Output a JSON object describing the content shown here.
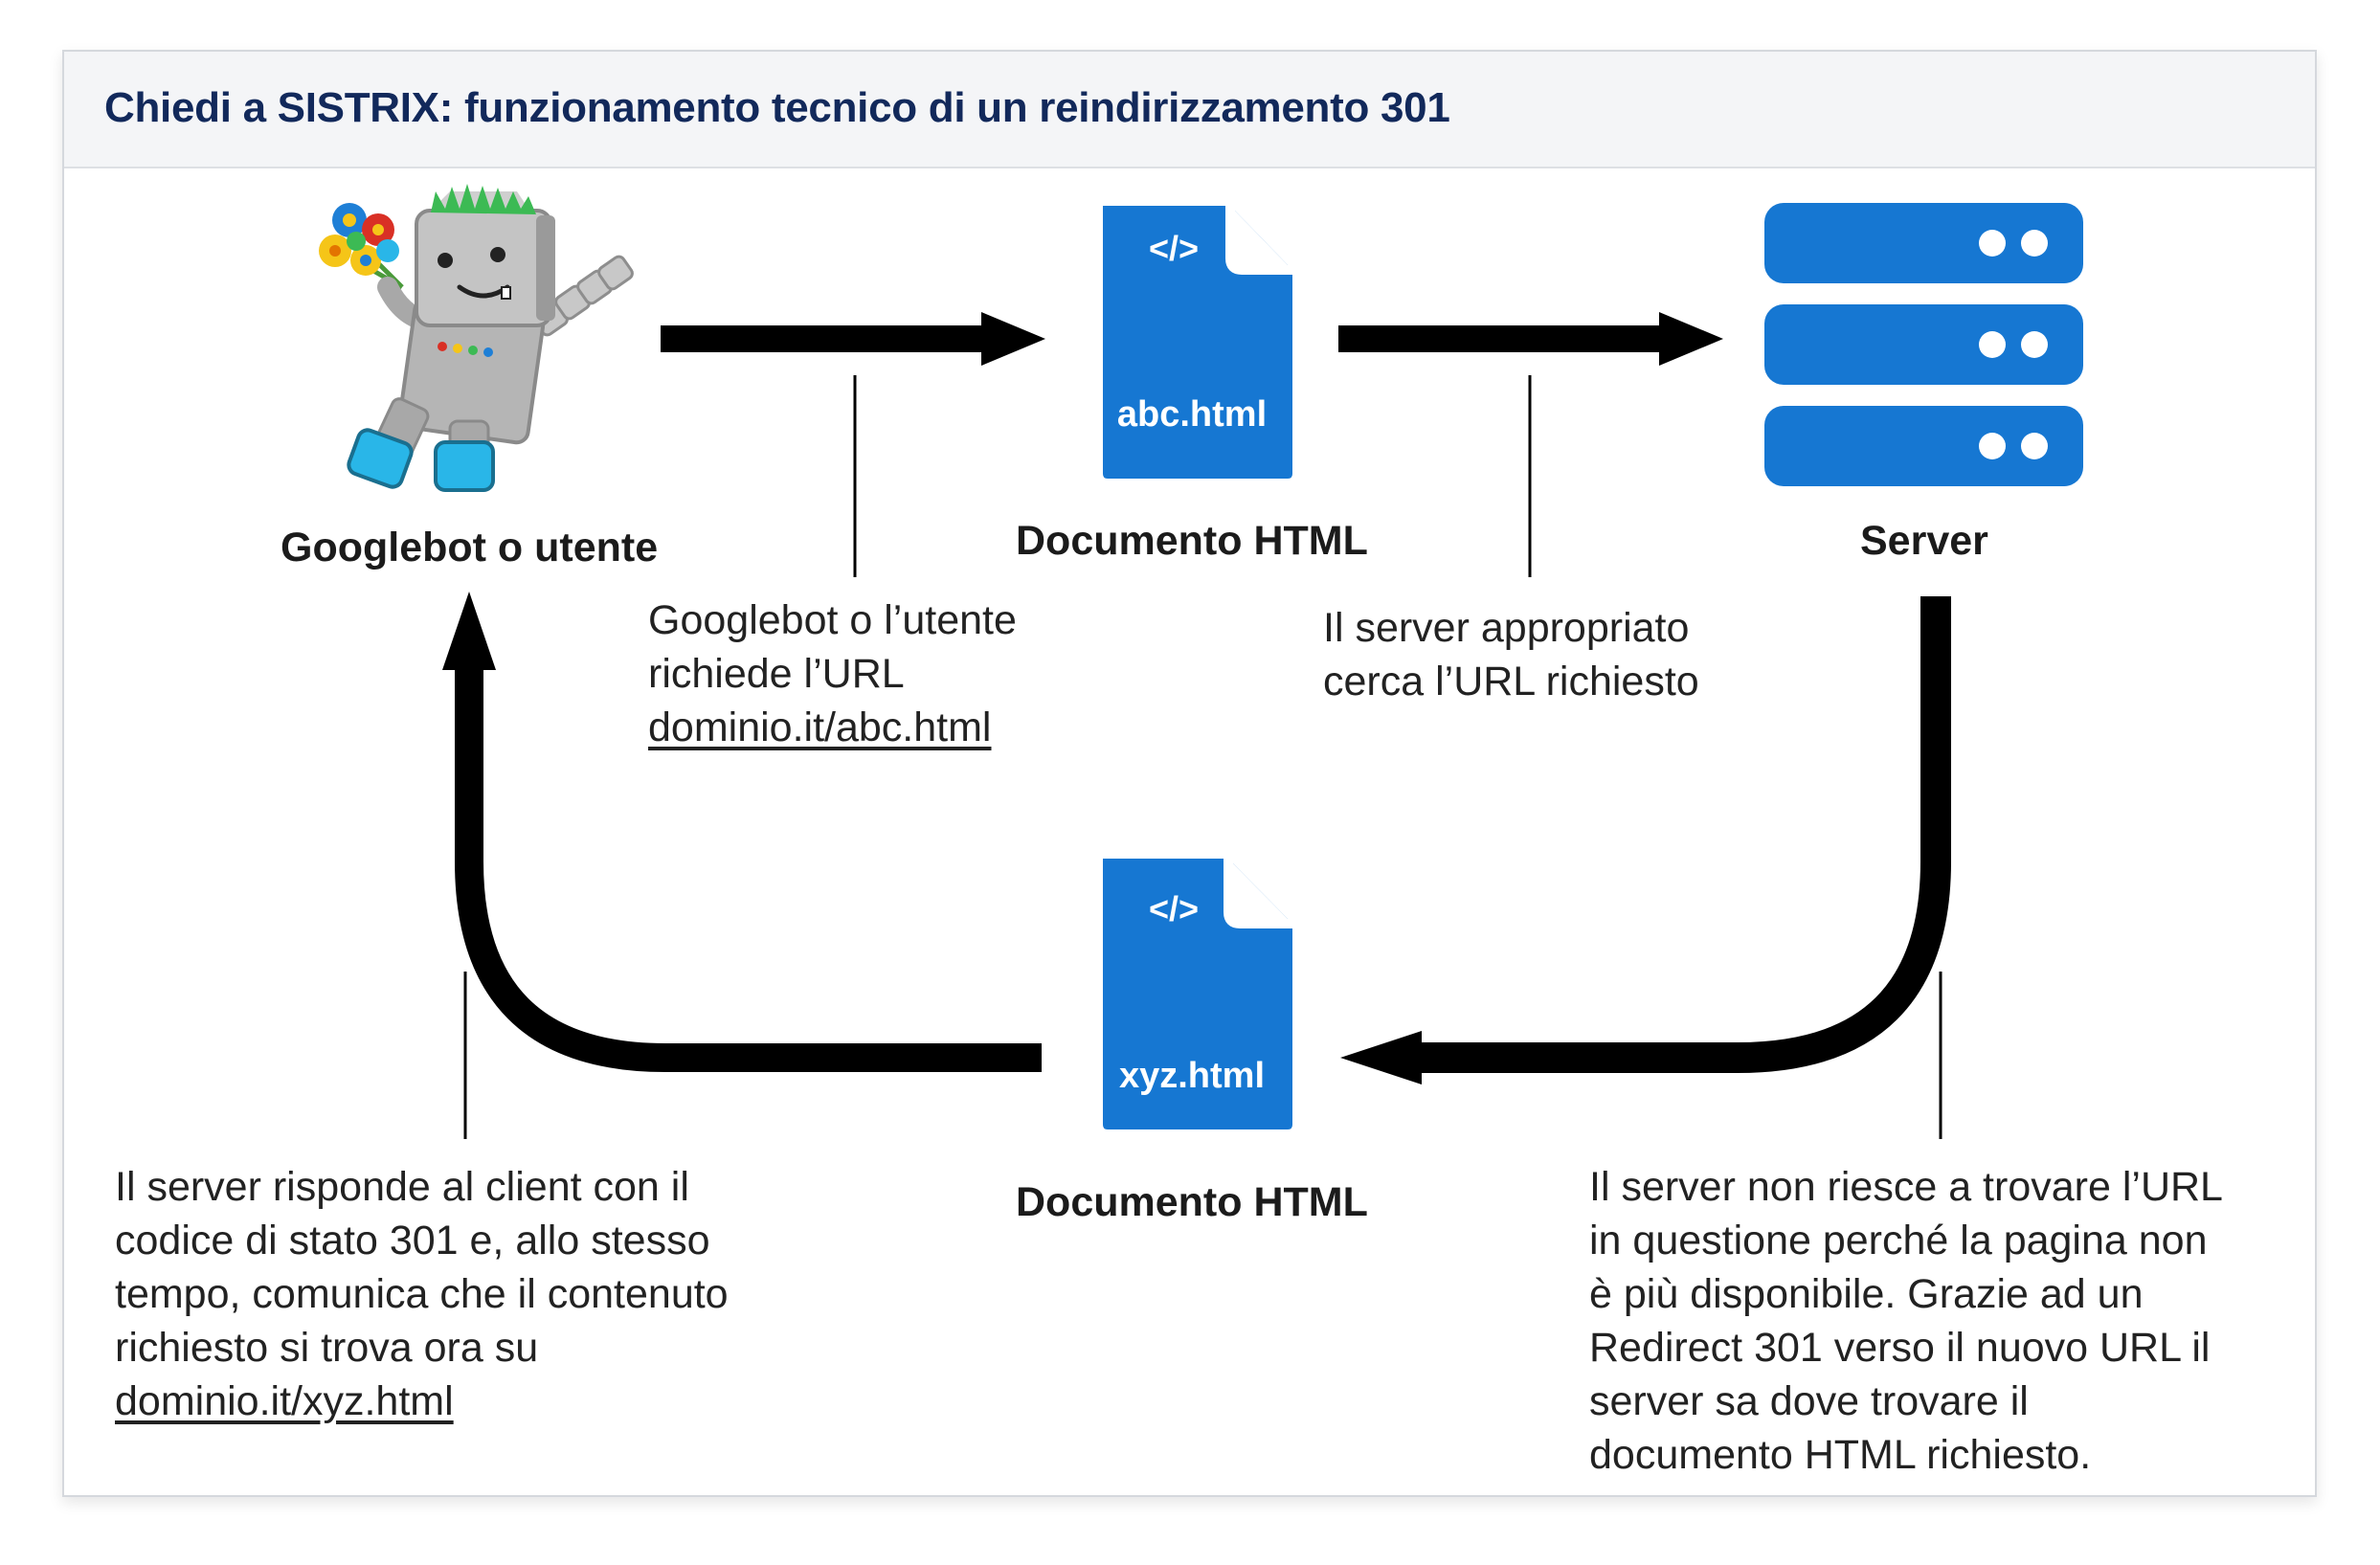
{
  "header": {
    "title": "Chiedi a SISTRIX: funzionamento tecnico di un reindirizzamento 301"
  },
  "nodes": {
    "googlebot": {
      "label": "Googlebot o utente",
      "icon": "googlebot-robot-icon"
    },
    "doc_top": {
      "label": "Documento HTML",
      "file": "abc.html",
      "icon": "html-file-icon",
      "code": "</>"
    },
    "server": {
      "label": "Server",
      "icon": "server-rack-icon"
    },
    "doc_bottom": {
      "label": "Documento HTML",
      "file": "xyz.html",
      "icon": "html-file-icon",
      "code": "</>"
    }
  },
  "descriptions": {
    "request": {
      "line1": "Googlebot o l’utente",
      "line2": "richiede l’URL",
      "url": "dominio.it/abc.html"
    },
    "lookup": {
      "line1": "Il server appropriato",
      "line2": "cerca l’URL richiesto"
    },
    "response": {
      "line1": "Il server risponde al client con il",
      "line2": "codice di stato 301 e, allo stesso",
      "line3": "tempo, comunica che il contenuto",
      "line4": "richiesto si trova ora su",
      "url": "dominio.it/xyz.html"
    },
    "not_found": {
      "line1": "Il server non riesce a trovare l’URL",
      "line2": "in questione perché la pagina non",
      "line3": "è più disponibile. Grazie ad un",
      "line4": "Redirect 301 verso il nuovo URL il",
      "line5": "server sa dove trovare il",
      "line6": "documento HTML richiesto."
    }
  },
  "colors": {
    "title": "#12295b",
    "icon_blue": "#1677d2",
    "arrow": "#000000",
    "header_bg": "#f4f5f7"
  }
}
